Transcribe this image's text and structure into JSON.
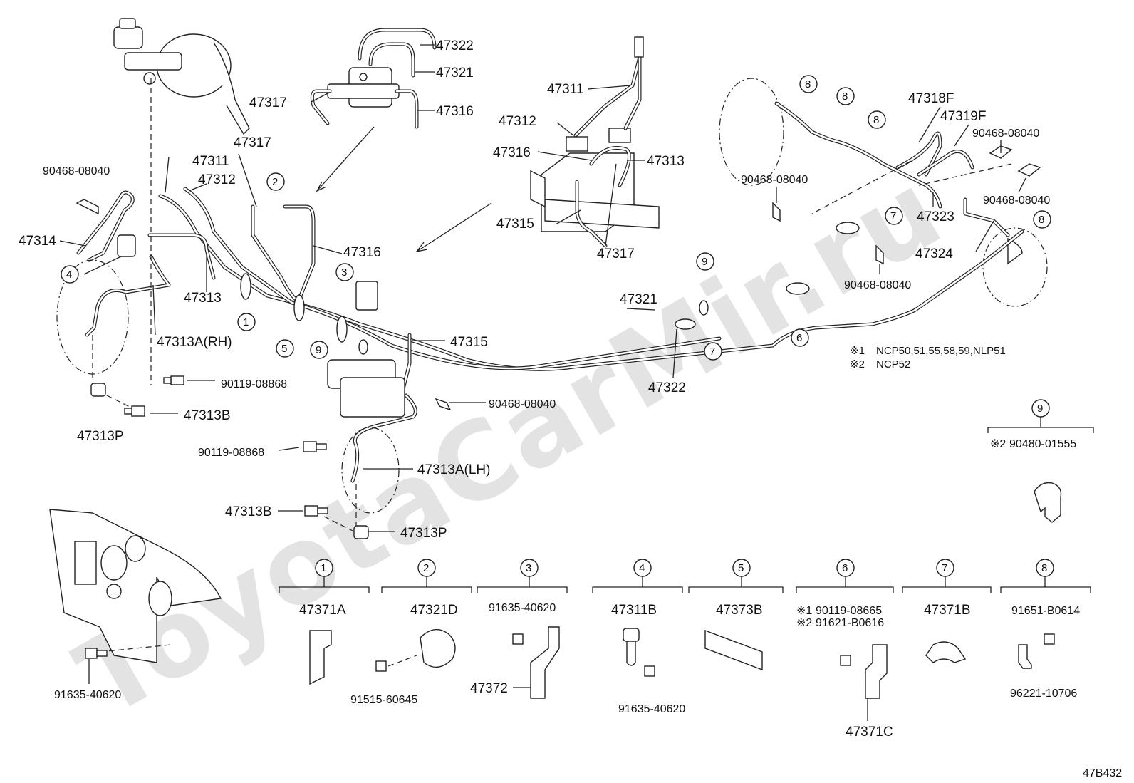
{
  "diagram": {
    "watermark": "ToyotaCarMir.ru",
    "figure_code": "47B432",
    "notes": [
      {
        "mark": "※1",
        "text": "NCP50,51,55,58,59,NLP51"
      },
      {
        "mark": "※2",
        "text": "NCP52"
      }
    ],
    "part_labels": {
      "p47322": "47322",
      "p47321": "47321",
      "p47317_top": "47317",
      "p47316_top": "47316",
      "p47311_ins": "47311",
      "p47312_ins": "47312",
      "p47316_ins": "47316",
      "p47313_ins": "47313",
      "p47315_ins": "47315",
      "p47317_ins": "47317",
      "p47318F": "47318F",
      "p47319F": "47319F",
      "p90468_rt1": "90468-08040",
      "p90468_rt2": "90468-08040",
      "p90468_rt3": "90468-08040",
      "p90468_rt4": "90468-08040",
      "p47323": "47323",
      "p47324": "47324",
      "p90468_l": "90468-08040",
      "p47317_l": "47317",
      "p47311_l": "47311",
      "p47312_l": "47312",
      "p47314": "47314",
      "p47316_l": "47316",
      "p47313_l": "47313",
      "p47313A_RH": "47313A(RH)",
      "p47321_main": "47321",
      "p47315_main": "47315",
      "p47322_main": "47322",
      "p90119_a": "90119-08868",
      "p47313B_a": "47313B",
      "p47313P_a": "47313P",
      "p90468_mid": "90468-08040",
      "p90119_b": "90119-08868",
      "p47313A_LH": "47313A(LH)",
      "p47313B_b": "47313B",
      "p47313P_b": "47313P",
      "p91635_l": "91635-40620",
      "p90480": "90480-01555",
      "p90480_mark": "※2"
    },
    "legend": [
      {
        "num": "1",
        "parts": [
          "47371A"
        ]
      },
      {
        "num": "2",
        "parts": [
          "47321D",
          "91515-60645"
        ]
      },
      {
        "num": "3",
        "parts": [
          "91635-40620",
          "47372"
        ]
      },
      {
        "num": "4",
        "parts": [
          "47311B",
          "91635-40620"
        ]
      },
      {
        "num": "5",
        "parts": [
          "47373B"
        ]
      },
      {
        "num": "6",
        "parts": [
          "90119-08665",
          "91621-B0616",
          "47371C"
        ],
        "marks": [
          "※1",
          "※2"
        ]
      },
      {
        "num": "7",
        "parts": [
          "47371B"
        ]
      },
      {
        "num": "8",
        "parts": [
          "91651-B0614",
          "96221-10706"
        ]
      },
      {
        "num": "9",
        "parts": [
          "90480-01555"
        ]
      }
    ],
    "callouts": [
      "1",
      "2",
      "3",
      "4",
      "5",
      "6",
      "7",
      "7",
      "8",
      "8",
      "8",
      "8",
      "9",
      "9",
      "9"
    ]
  }
}
